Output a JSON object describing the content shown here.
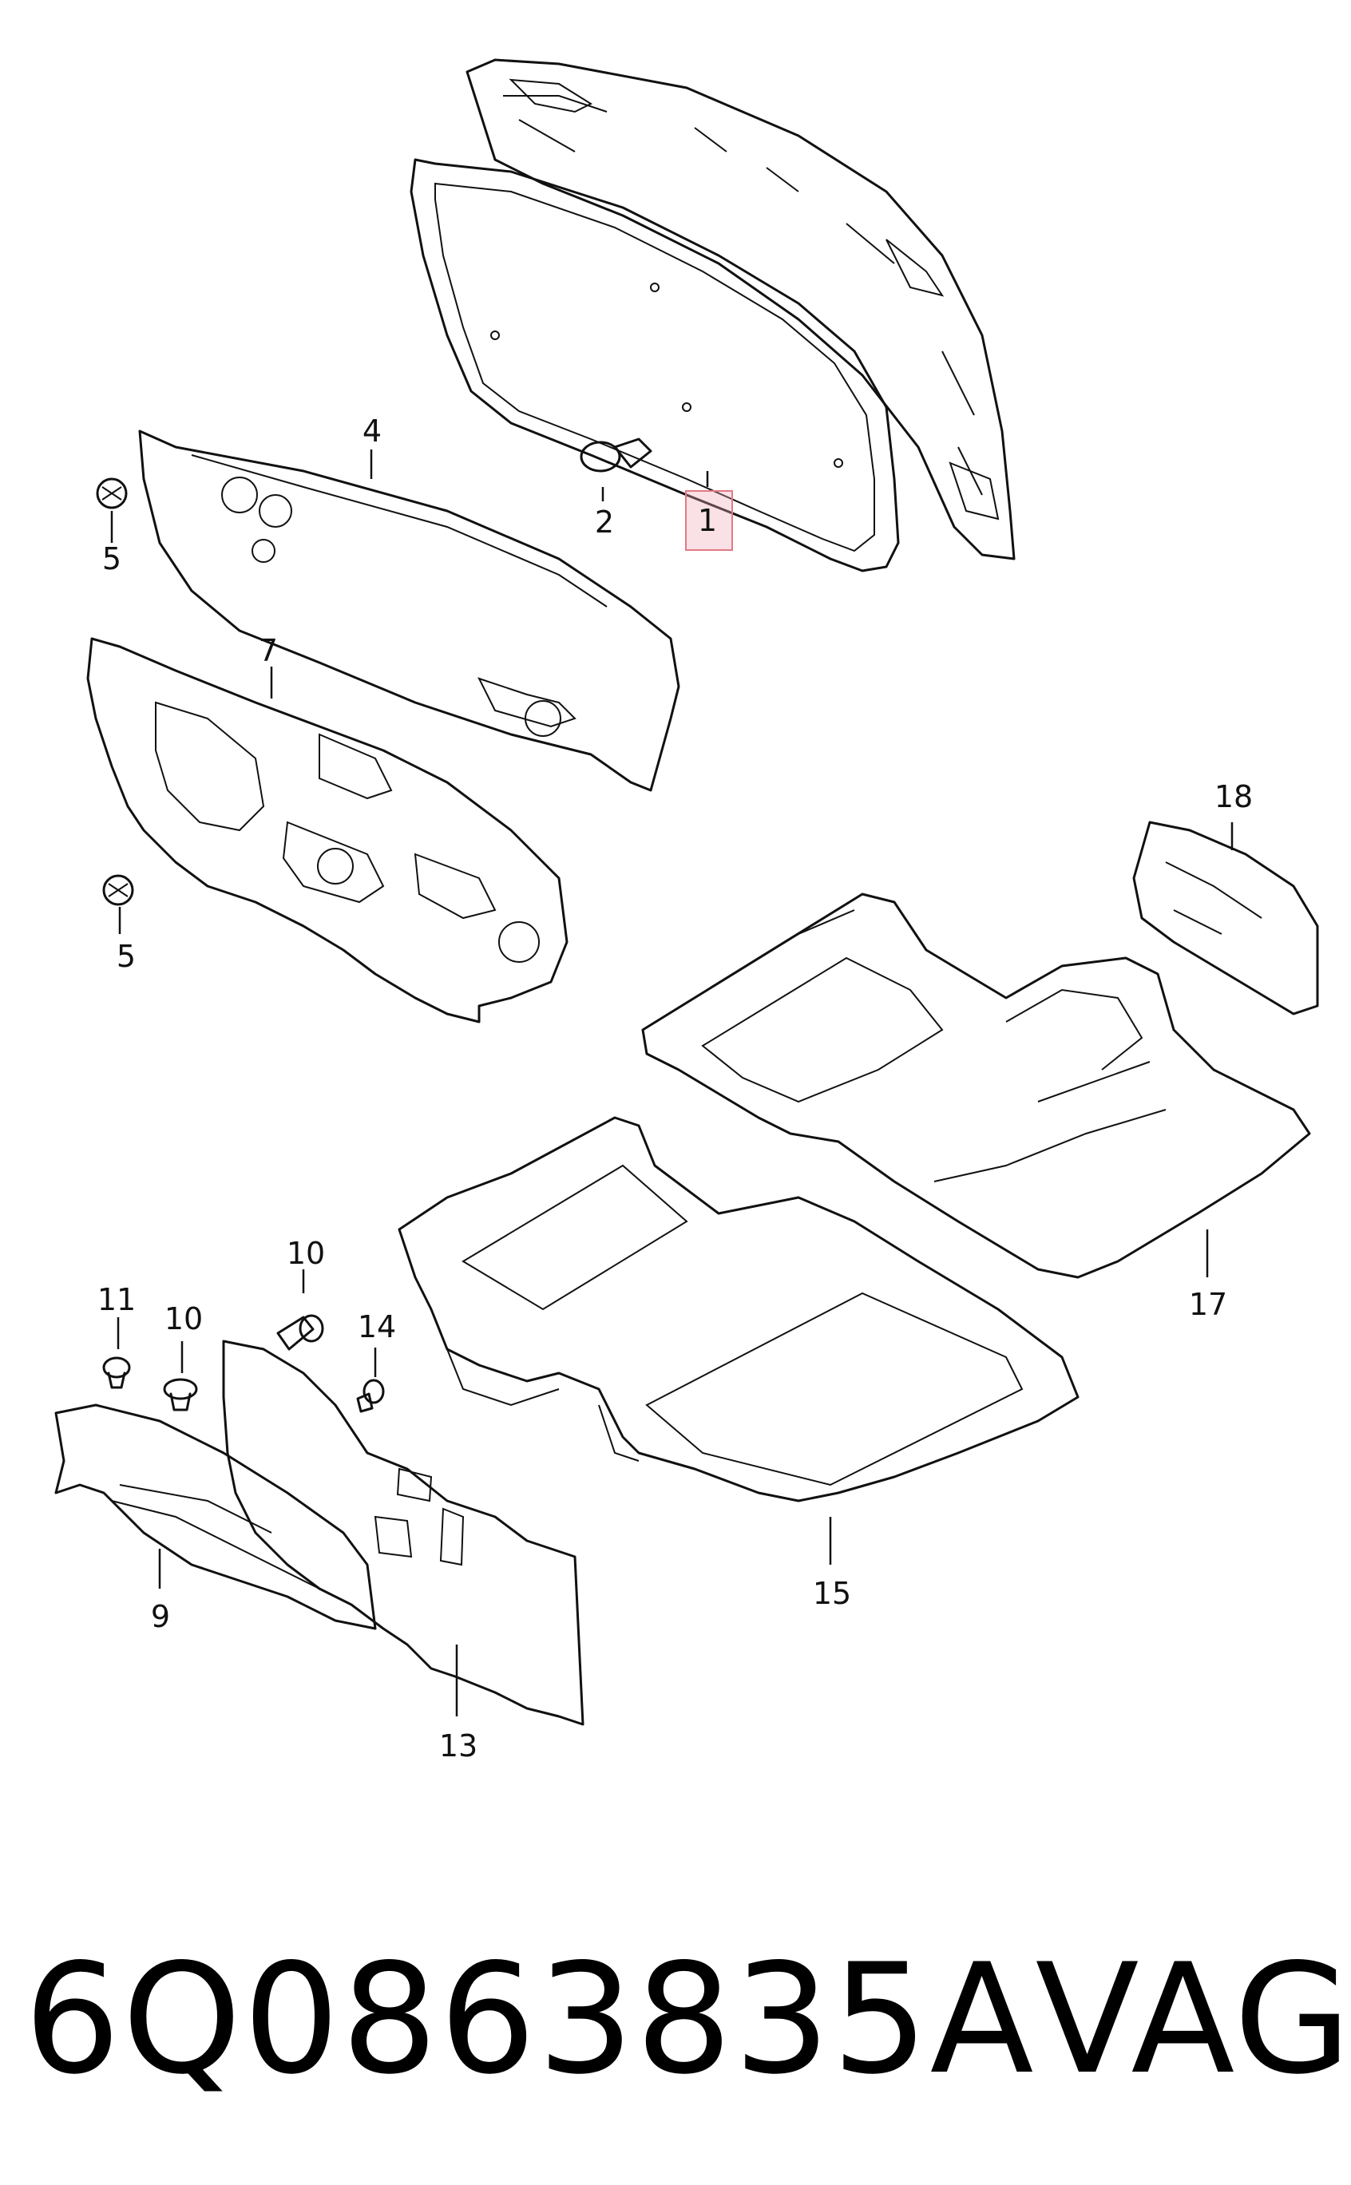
{
  "callouts": {
    "c1": "1",
    "c2": "2",
    "c4": "4",
    "c5a": "5",
    "c7": "7",
    "c5b": "5",
    "c18": "18",
    "c17": "17",
    "c15": "15",
    "c10a": "10",
    "c11": "11",
    "c10b": "10",
    "c14": "14",
    "c9": "9",
    "c13": "13"
  },
  "highlighted_callout": "1",
  "footer": {
    "part_number": "6Q0863835A",
    "brand": "VAG"
  },
  "colors": {
    "line": "#111111",
    "highlight_border": "#e07a86",
    "highlight_fill": "#f0aab4"
  }
}
